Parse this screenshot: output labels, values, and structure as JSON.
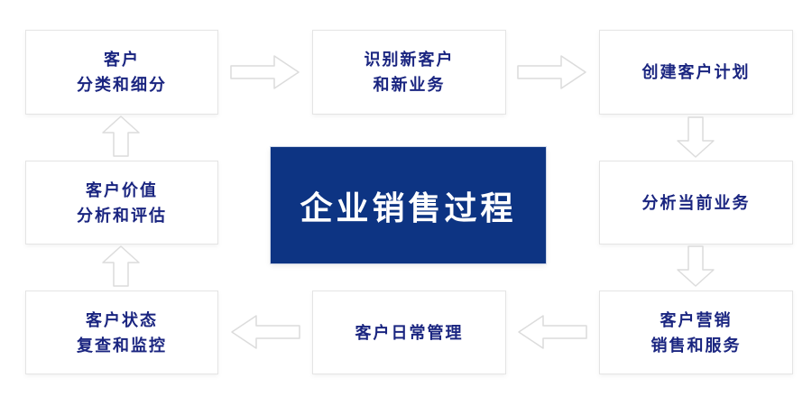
{
  "diagram": {
    "title": "企业销售过程",
    "center": {
      "label": "企业销售过程",
      "bg_color": "#0d3483",
      "text_color": "#ffffff"
    },
    "nodes": [
      {
        "id": "customer-classification",
        "text": "客户\n分类和细分"
      },
      {
        "id": "identify-new-customers",
        "text": "识别新客户\n和新业务"
      },
      {
        "id": "create-customer-plan",
        "text": "创建客户计划"
      },
      {
        "id": "analyze-current-business",
        "text": "分析当前业务"
      },
      {
        "id": "customer-marketing",
        "text": "客户营销\n销售和服务"
      },
      {
        "id": "daily-customer-management",
        "text": "客户日常管理"
      },
      {
        "id": "customer-status-review",
        "text": "客户状态\n复查和监控"
      },
      {
        "id": "customer-value-analysis",
        "text": "客户价值\n分析和评估"
      }
    ],
    "flow": [
      {
        "from": "customer-classification",
        "to": "identify-new-customers",
        "direction": "right"
      },
      {
        "from": "identify-new-customers",
        "to": "create-customer-plan",
        "direction": "right"
      },
      {
        "from": "create-customer-plan",
        "to": "analyze-current-business",
        "direction": "down"
      },
      {
        "from": "analyze-current-business",
        "to": "customer-marketing",
        "direction": "down"
      },
      {
        "from": "customer-marketing",
        "to": "daily-customer-management",
        "direction": "left"
      },
      {
        "from": "daily-customer-management",
        "to": "customer-status-review",
        "direction": "left"
      },
      {
        "from": "customer-status-review",
        "to": "customer-value-analysis",
        "direction": "up"
      },
      {
        "from": "customer-value-analysis",
        "to": "customer-classification",
        "direction": "up"
      }
    ],
    "colors": {
      "node_text": "#1a2580",
      "node_bg": "#ffffff",
      "node_border": "#e4e4e4",
      "arrow_fill": "#ffffff",
      "arrow_stroke": "#dcdcdc",
      "background": "#ffffff"
    }
  }
}
